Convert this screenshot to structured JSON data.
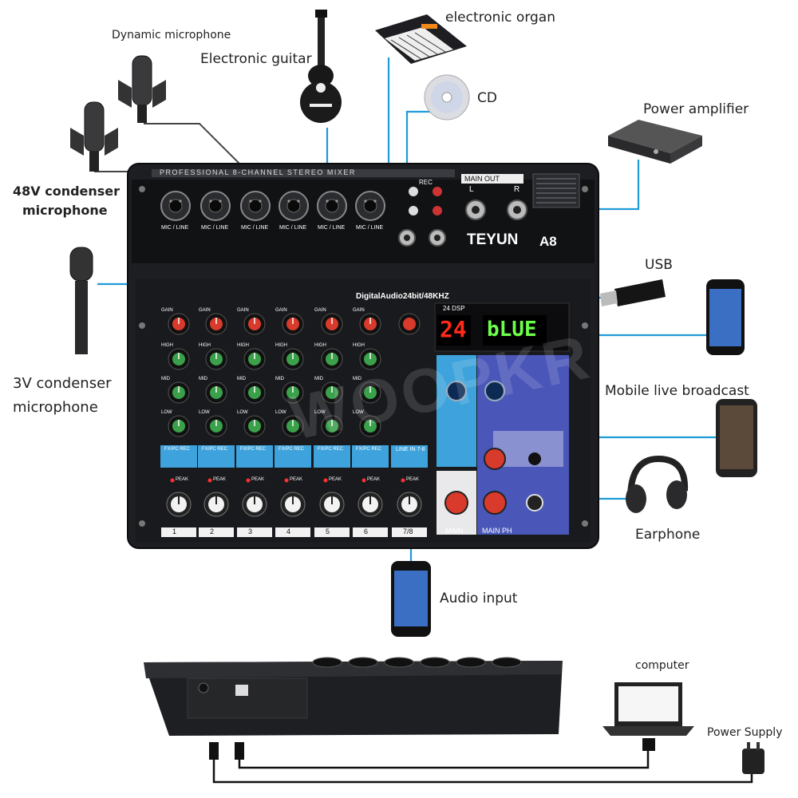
{
  "labels": {
    "dynamic_mic": "Dynamic microphone",
    "electronic_guitar": "Electronic guitar",
    "electronic_organ": "electronic organ",
    "cd": "CD",
    "power_amplifier": "Power amplifier",
    "condenser_48v_line1": "48V condenser",
    "condenser_48v_line2": "microphone",
    "usb": "USB",
    "condenser_3v_line1": "3V condenser",
    "condenser_3v_line2": "microphone",
    "mobile_live": "Mobile live broadcast",
    "earphone": "Earphone",
    "audio_input": "Audio input",
    "computer": "computer",
    "power_supply": "Power Supply"
  },
  "mixer": {
    "header": "PROFESSIONAL 8-CHANNEL STEREO MIXER",
    "brand": "TEYUN",
    "model": "A8",
    "main_out": "MAIN OUT",
    "digital_audio": "DigitalAudio24bit/48KHZ",
    "dsp": "24 DSP",
    "display_left": "24",
    "display_right": "bLUE",
    "main_label": "MAIN",
    "main_ph_label": "MAIN PH",
    "channels": [
      "1",
      "2",
      "3",
      "4",
      "5",
      "6",
      "7/8"
    ],
    "knob_rows": [
      "GAIN",
      "HIGH",
      "MID",
      "LOW"
    ],
    "fx_label": "FX/PC REC",
    "peak_label": "PEAK",
    "line_in": "LINE IN 7-8",
    "rec_label": "REC",
    "jack_labels": [
      "MIC / LINE",
      "MIC / LINE",
      "MIC / LINE",
      "MIC / LINE",
      "MIC / LINE",
      "MIC / LINE"
    ],
    "lr": [
      "L",
      "R"
    ],
    "watermark": "WOOPKR"
  },
  "colors": {
    "cable": "#1f9bd6",
    "panel": "#1a1a1c",
    "knob_red": "#d83a2c",
    "knob_green": "#3aa04a",
    "dsp_blue": "#4a57b8",
    "fx_blue": "#3ea3dc",
    "display_red": "#ff2a1a",
    "display_green": "#6cff4a"
  }
}
